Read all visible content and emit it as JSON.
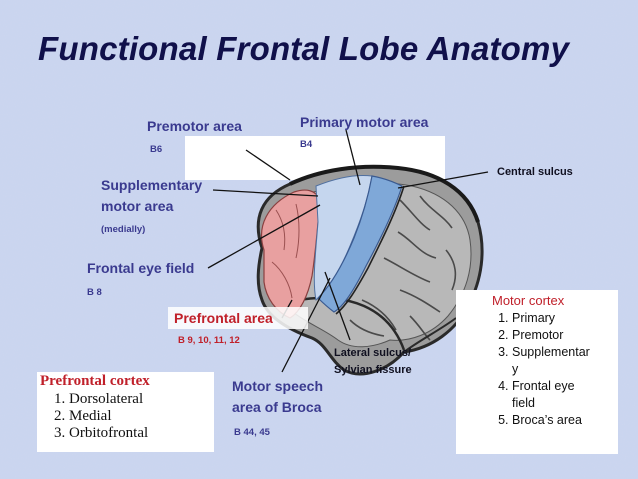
{
  "title": "Functional Frontal Lobe Anatomy",
  "labels": {
    "premotor": "Premotor area",
    "premotor_b": "B6",
    "primary_motor": "Primary motor area",
    "primary_motor_b": "B4",
    "central_sulcus": "Central sulcus",
    "supplementary_1": "Supplementary",
    "supplementary_2": "motor area",
    "supplementary_3": "(medially)",
    "frontal_eye": "Frontal eye field",
    "frontal_eye_b": "B 8",
    "prefrontal": "Prefrontal area",
    "prefrontal_b": "B 9, 10, 11, 12",
    "lateral_1": "Lateral sulcus/",
    "lateral_2": "Sylvian fissure",
    "broca_1": "Motor speech",
    "broca_2": "area of Broca",
    "broca_b": "B 44, 45"
  },
  "prefrontal_box": {
    "heading": "Prefrontal cortex",
    "items": [
      "Dorsolateral",
      "Medial",
      "Orbitofrontal"
    ]
  },
  "motor_box": {
    "heading": "Motor cortex",
    "items": [
      "Primary",
      "Premotor",
      "Supplementar\ny",
      "Frontal eye\nfield",
      "Broca’s area"
    ]
  },
  "colors": {
    "title": "#10104a",
    "label": "#3a3a8f",
    "accent_red": "#c0202a",
    "prefrontal_region": "#e8a0a0",
    "motor_region": "#7fa8d8",
    "background": "#c8d4f0"
  }
}
